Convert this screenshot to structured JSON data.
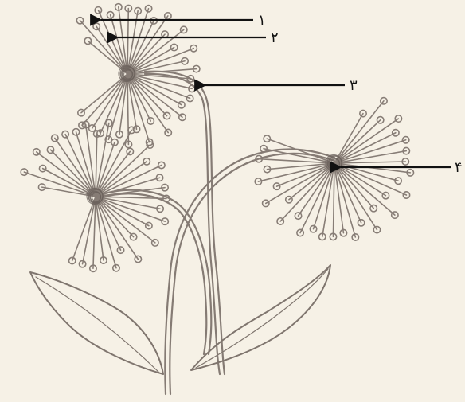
{
  "labels": [
    {
      "id": "1",
      "text": "۱"
    },
    {
      "id": "2",
      "text": "۲"
    },
    {
      "id": "3",
      "text": "۳"
    },
    {
      "id": "4",
      "text": "۴"
    }
  ],
  "colors": {
    "background": "#f6f1e6",
    "pencil": "#8a7f78",
    "pencilDark": "#6f655f",
    "arrow": "#111111"
  }
}
